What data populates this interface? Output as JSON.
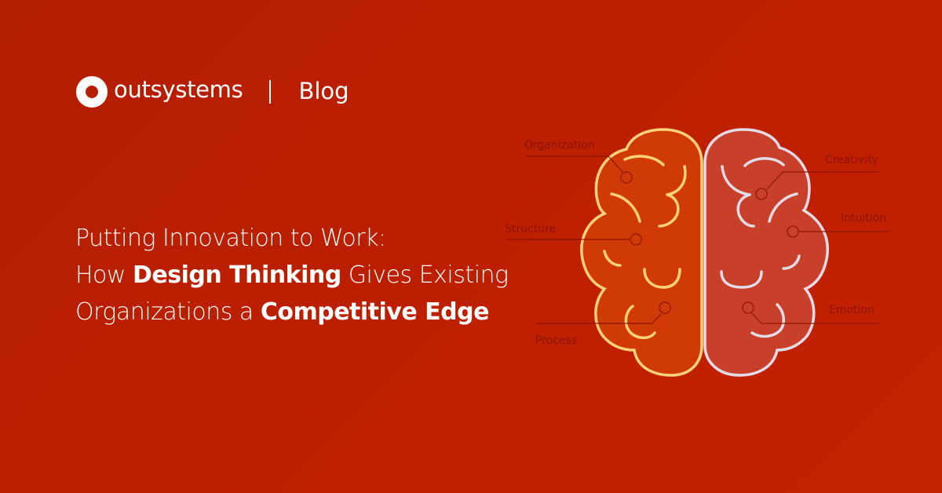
{
  "header": {
    "brand": "outsystems",
    "section": "Blog"
  },
  "headline": {
    "line1": "Putting Innovation to Work:",
    "line2_pre": "How ",
    "line2_bold": "Design Thinking",
    "line2_post": " Gives Existing",
    "line3_pre": "Organizations a ",
    "line3_bold": "Competitive Edge"
  },
  "brain": {
    "left_labels": [
      "Organization",
      "Structure",
      "Process"
    ],
    "right_labels": [
      "Creativity",
      "Intuition",
      "Emotion"
    ],
    "colors": {
      "left_stroke": "#ffd27a",
      "left_fill": "#d03a06",
      "right_stroke": "#e4dbe8",
      "right_fill": "#c9402a",
      "label": "#8c1200"
    }
  },
  "colors": {
    "background": "#bc1f00",
    "text": "#ffffff"
  }
}
